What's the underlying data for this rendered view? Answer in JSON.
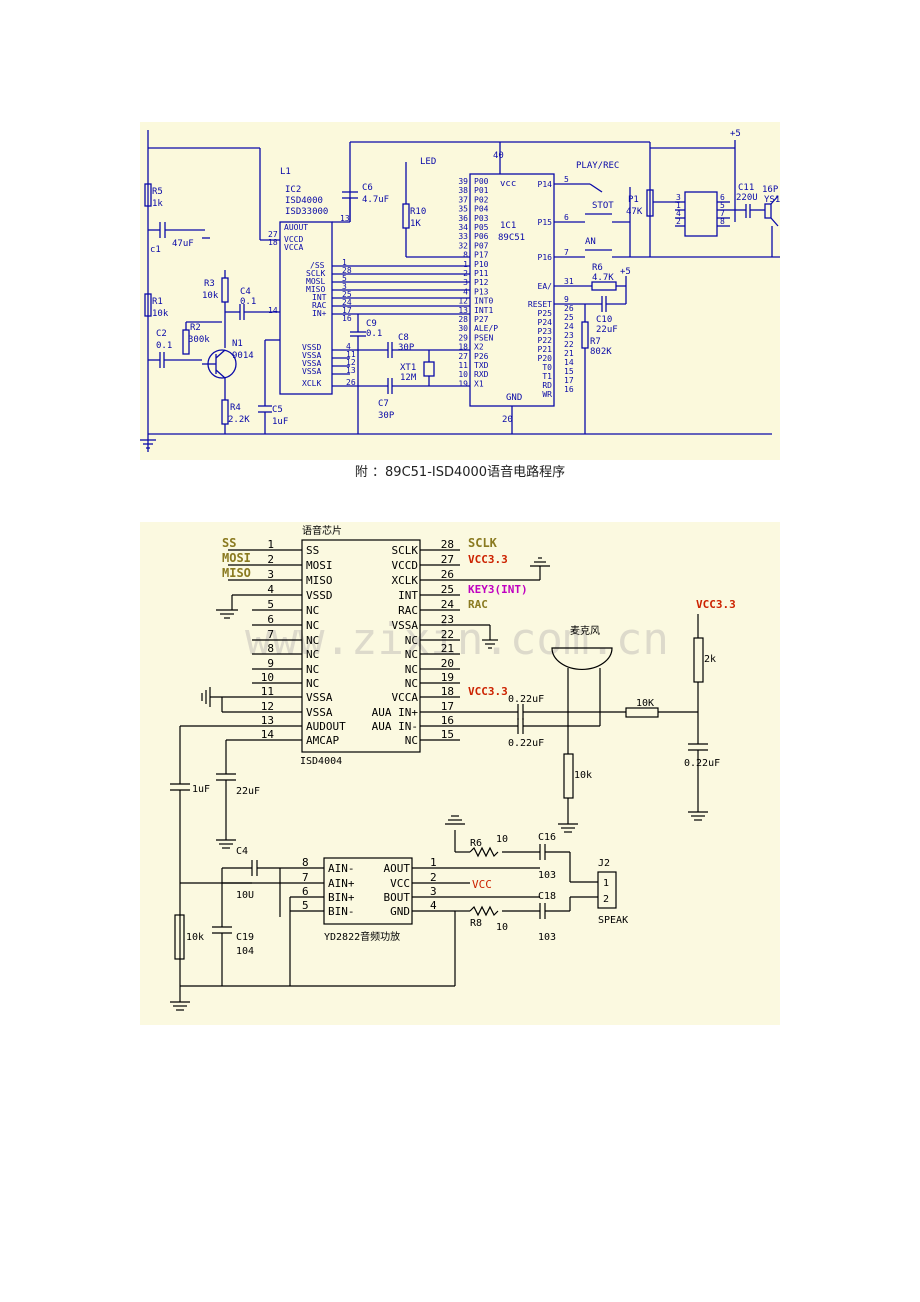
{
  "caption": "附 ：89C51-ISD4000语音电路程序",
  "schematic1": {
    "labels": {
      "vcc_top": "+5",
      "pin40": "40",
      "play_rec": "PLAY/REC",
      "stop": "STOT",
      "an": "AN",
      "r5": "R5",
      "r5v": "1k",
      "c1": "c1",
      "c1v": "47uF",
      "r1": "R1",
      "r1v": "10k",
      "c2": "C2",
      "c2v": "0.1",
      "r2": "R2",
      "r2v": "300k",
      "r3": "R3",
      "r3v": "10k",
      "c4": "C4",
      "c4v": "0.1",
      "n1": "N1",
      "n1v": "9014",
      "r4": "R4",
      "r4v": "2.2K",
      "c5": "C5",
      "c5v": "1uF",
      "l1": "L1",
      "ic2": "IC2",
      "ic2a": "ISD4000",
      "ic2b": "ISD33000",
      "c6": "C6",
      "c6v": "4.7uF",
      "led": "LED",
      "r10": "R10",
      "r10v": "1K",
      "ic1": "1C1",
      "ic1b": "89C51",
      "vcc_lbl": "vcc",
      "gnd_lbl": "GND",
      "pin20": "20",
      "c9": "C9",
      "c9v": "0.1",
      "c8": "C8",
      "c8v": "30P",
      "xt1": "XT1",
      "xt1v": "12M",
      "c7": "C7",
      "c7v": "30P",
      "r6": "R6",
      "r6v": "4.7K",
      "plus5b": "+5",
      "c10": "C10",
      "c10v": "22uF",
      "r7": "R7",
      "r7v": "802K",
      "p1": "P1",
      "p1v": "47K",
      "c11": "C11",
      "c11v": "220U",
      "spk": "16P",
      "spk2": "YS1"
    },
    "isd_pins_left": [
      "13",
      "27",
      "18",
      "1",
      "28",
      "5",
      "3",
      "25",
      "24",
      "17",
      "16",
      "14",
      "4",
      "11",
      "12",
      "13",
      "26"
    ],
    "isd_names": [
      "AUOUT",
      "VCCD",
      "VCCA",
      "/SS",
      "SCLK",
      "MOSL",
      "MISO",
      "INT",
      "RAC",
      "IN+",
      "VSSD",
      "VSSA",
      "VSSA",
      "VSSA",
      "XCLK"
    ],
    "mcu_left_names": [
      "P00",
      "P01",
      "P02",
      "P04",
      "P03",
      "P05",
      "P06",
      "P07",
      "P17",
      "P10",
      "P11",
      "P12",
      "P13",
      "INT0",
      "INT1",
      "P27",
      "ALE/P",
      "PSEN",
      "X2",
      "P26",
      "TXD",
      "RXD",
      "X1"
    ],
    "mcu_left_pins": [
      "39",
      "38",
      "37",
      "35",
      "36",
      "34",
      "33",
      "32",
      "8",
      "1",
      "2",
      "3",
      "4",
      "12",
      "13",
      "28",
      "30",
      "29",
      "18",
      "27",
      "11",
      "10",
      "19"
    ],
    "mcu_right_names": [
      "P14",
      "P15",
      "P16",
      "EA/",
      "RESET",
      "P25",
      "P24",
      "P23",
      "P22",
      "P21",
      "P20",
      "T0",
      "T1",
      "RD",
      "WR"
    ],
    "mcu_right_pins": [
      "5",
      "6",
      "7",
      "31",
      "9",
      "26",
      "25",
      "24",
      "23",
      "22",
      "21",
      "14",
      "15",
      "17",
      "16"
    ],
    "amp_pins_left": [
      "3",
      "1",
      "4",
      "2"
    ],
    "amp_pins_right": [
      "6",
      "5",
      "7",
      "8"
    ]
  },
  "schematic2": {
    "chip_title": "语音芯片",
    "chip_name": "ISD4004",
    "left_pins": [
      {
        "n": "1",
        "name": "SS"
      },
      {
        "n": "2",
        "name": "MOSI"
      },
      {
        "n": "3",
        "name": "MISO"
      },
      {
        "n": "4",
        "name": "VSSD"
      },
      {
        "n": "5",
        "name": "NC"
      },
      {
        "n": "6",
        "name": "NC"
      },
      {
        "n": "7",
        "name": "NC"
      },
      {
        "n": "8",
        "name": "NC"
      },
      {
        "n": "9",
        "name": "NC"
      },
      {
        "n": "10",
        "name": "NC"
      },
      {
        "n": "11",
        "name": "VSSA"
      },
      {
        "n": "12",
        "name": "VSSA"
      },
      {
        "n": "13",
        "name": "AUDOUT"
      },
      {
        "n": "14",
        "name": "AMCAP"
      }
    ],
    "right_pins": [
      {
        "n": "28",
        "name": "SCLK"
      },
      {
        "n": "27",
        "name": "VCCD"
      },
      {
        "n": "26",
        "name": "XCLK"
      },
      {
        "n": "25",
        "name": "INT"
      },
      {
        "n": "24",
        "name": "RAC"
      },
      {
        "n": "23",
        "name": "VSSA"
      },
      {
        "n": "22",
        "name": "NC"
      },
      {
        "n": "21",
        "name": "NC"
      },
      {
        "n": "20",
        "name": "NC"
      },
      {
        "n": "19",
        "name": "NC"
      },
      {
        "n": "18",
        "name": "VCCA"
      },
      {
        "n": "17",
        "name": "AUA IN+"
      },
      {
        "n": "16",
        "name": "AUA IN-"
      },
      {
        "n": "15",
        "name": "NC"
      }
    ],
    "net_labels": {
      "ss": "SS",
      "mosi": "MOSI",
      "miso": "MISO",
      "sclk": "SCLK",
      "vcc33a": "VCC3.3",
      "key3": "KEY3(INT)",
      "rac": "RAC",
      "vcc33b": "VCC3.3",
      "vcc33c": "VCC3.3",
      "vcc": "VCC"
    },
    "parts": {
      "mic": "麦克风",
      "c022a": "0.22uF",
      "c022b": "0.22uF",
      "r10k_h": "10K",
      "r2k": "2k",
      "c022c": "0.22uF",
      "r10k_v": "10k",
      "c1u": "1uF",
      "c22u": "22uF",
      "c4": "C4",
      "c4v": "10U",
      "r10k_l": "10k",
      "c19": "C19",
      "c19v": "104",
      "r6": "R6",
      "r6v": "10",
      "c16": "C16",
      "c16v": "103",
      "r8": "R8",
      "r8v": "10",
      "c18": "C18",
      "c18v": "103",
      "j2": "J2",
      "speak": "SPEAK"
    },
    "amp": {
      "name": "YD2822音频功放",
      "left": [
        {
          "n": "8",
          "name": "AIN-"
        },
        {
          "n": "7",
          "name": "AIN+"
        },
        {
          "n": "6",
          "name": "BIN+"
        },
        {
          "n": "5",
          "name": "BIN-"
        }
      ],
      "right": [
        {
          "n": "1",
          "name": "AOUT"
        },
        {
          "n": "2",
          "name": "VCC"
        },
        {
          "n": "3",
          "name": "BOUT"
        },
        {
          "n": "4",
          "name": "GND"
        }
      ]
    },
    "j2_pins": [
      "1",
      "2"
    ],
    "watermark": "www.zixin.com.cn"
  },
  "colors": {
    "panel_bg1": "#fbf9dc",
    "panel_bg2": "#fbf9e0",
    "wire1": "#0a0aa8",
    "wire2": "#000000",
    "red_net": "#cc2200",
    "olive_net": "#8a7a20",
    "magenta_net": "#c000c0"
  }
}
